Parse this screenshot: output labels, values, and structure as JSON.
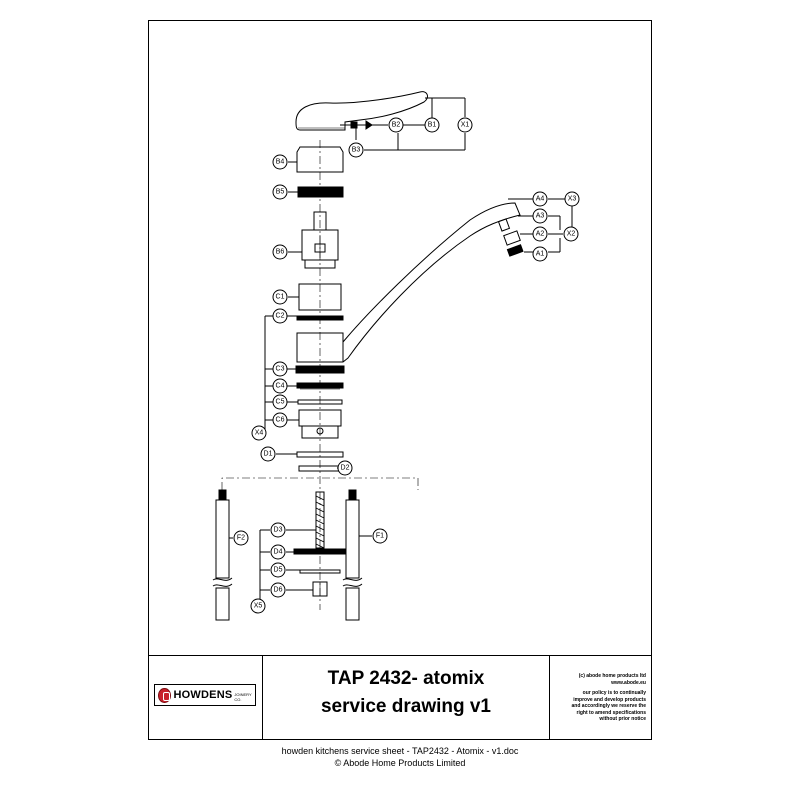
{
  "title_block": {
    "brand": "HOWDENS",
    "brand_sub": "JOINERY CO.",
    "title_line1": "TAP 2432- atomix",
    "title_line2": "service drawing v1",
    "copyright_lines": [
      "(c) abode home products ltd",
      "www.abode.eu"
    ],
    "policy_lines": [
      "our policy is to continually",
      "improve and develop products",
      "and accordingly we reserve the",
      "right to amend specifications",
      "without prior notice"
    ]
  },
  "footer": {
    "line1": "howden kitchens service sheet - TAP2432 - Atomix - v1.doc",
    "line2": "© Abode Home Products Limited"
  },
  "part_labels": {
    "B1": "B1",
    "B2": "B2",
    "B3": "B3",
    "B4": "B4",
    "B5": "B5",
    "B6": "B6",
    "X1": "X1",
    "X2": "X2",
    "X3": "X3",
    "X4": "X4",
    "X5": "X5",
    "A1": "A1",
    "A2": "A2",
    "A3": "A3",
    "A4": "A4",
    "C1": "C1",
    "C2": "C2",
    "C3": "C3",
    "C4": "C4",
    "C5": "C5",
    "C6": "C6",
    "D1": "D1",
    "D2": "D2",
    "D3": "D3",
    "D4": "D4",
    "D5": "D5",
    "D6": "D6",
    "F1": "F1",
    "F2": "F2"
  }
}
